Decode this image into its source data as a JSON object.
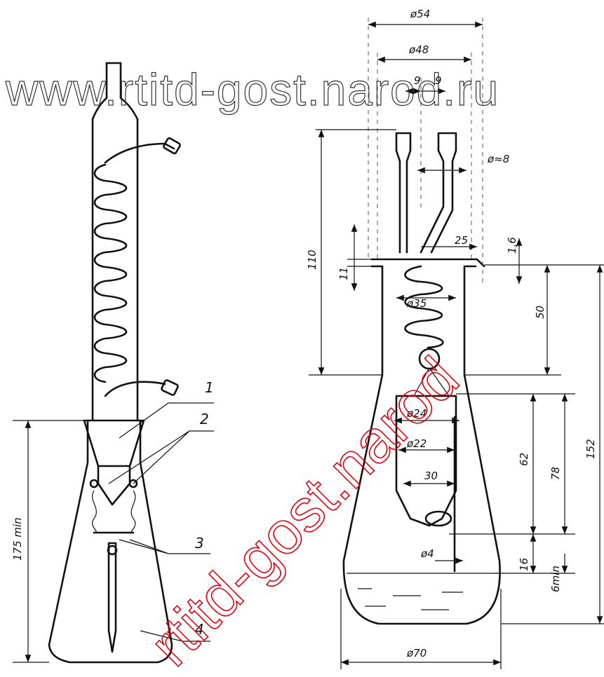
{
  "watermark": {
    "site": "www.rtitd-gost.narod.ru",
    "diagonal": "rtitd-gost.narod"
  },
  "left_drawing": {
    "callouts": [
      "1",
      "2",
      "3",
      "4"
    ],
    "height_label": "175 min"
  },
  "right_drawing": {
    "dimensions": {
      "d54": "ø54",
      "d48": "ø48",
      "w9a": "9",
      "w9b": "9",
      "d8": "ø≈8",
      "h110": "110",
      "h11": "11",
      "w25": "25",
      "t16": "1,6",
      "d35": "ø35",
      "h50": "50",
      "d24": "ø24",
      "d22": "ø22",
      "w30": "30",
      "h62": "62",
      "h78": "78",
      "h152": "152",
      "d4": "ø4",
      "h16": "16",
      "h6min": "6min",
      "d70": "ø70"
    }
  },
  "colors": {
    "line": "#111111",
    "watermark_red": "#e2000f"
  }
}
